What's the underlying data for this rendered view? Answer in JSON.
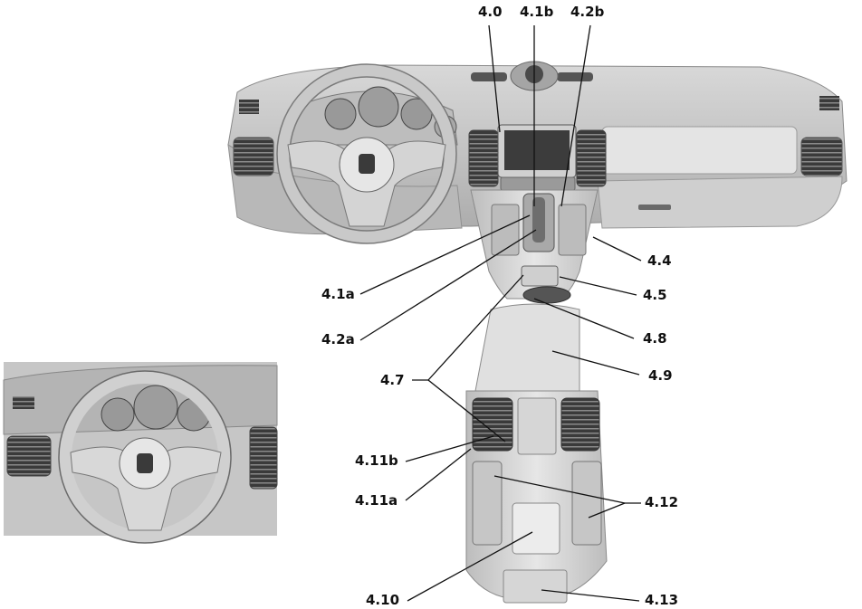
{
  "labels": {
    "l40": "4.0",
    "l41b": "4.1b",
    "l42b": "4.2b",
    "l44": "4.4",
    "l41a": "4.1a",
    "l45": "4.5",
    "l42a": "4.2a",
    "l48": "4.8",
    "l47": "4.7",
    "l49": "4.9",
    "l411b": "4.11b",
    "l411a": "4.11a",
    "l412": "4.12",
    "l410": "4.10",
    "l413": "4.13"
  },
  "colors": {
    "line": "#111111",
    "dash": "#cfcfcf",
    "dash_dark": "#9a9a9a",
    "console": "#e2e2e2",
    "vent": "#2a2a2a"
  },
  "icons": {
    "crest": "porsche-crest-icon"
  }
}
